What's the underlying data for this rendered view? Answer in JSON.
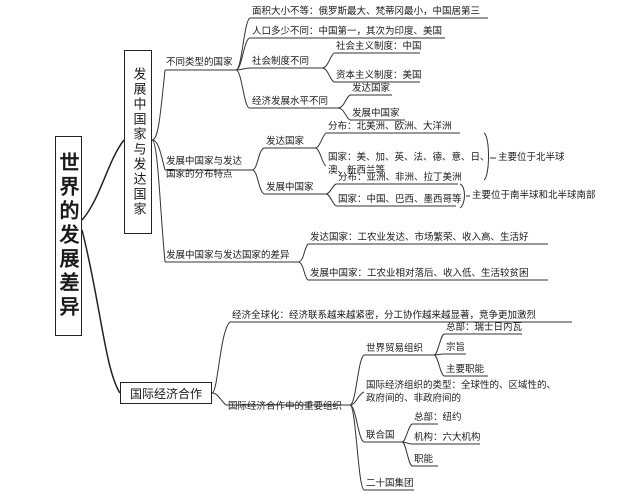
{
  "root": "世界的发展差异",
  "dev": {
    "title": "发展中国家与发达国家",
    "types": {
      "label": "不同类型的国家",
      "area": "面积大小不等：俄罗斯最大、梵蒂冈最小，中国居第三",
      "pop": "人口多少不同：中国第一，其次为印度、美国",
      "system": "社会制度不同",
      "socialist": "社会主义制度：中国",
      "capitalist": "资本主义制度：美国",
      "level": "经济发展水平不同",
      "developed": "发达国家",
      "developing": "发展中国家"
    },
    "dist": {
      "label_l1": "发展中国家与发达",
      "label_l2": "国家的分布特点",
      "developed": "发达国家",
      "d_dist": "分布：北美洲、欧洲、大洋洲",
      "d_c1": "国家：美、加、英、法、德、意、日、",
      "d_c2": "澳、新西兰等",
      "d_note": "主要位于北半球",
      "developing": "发展中国家",
      "g_dist": "分布：亚洲、非洲、拉丁美洲",
      "g_c": "国家：中国、巴西、墨西哥等",
      "g_note": "主要位于南半球和北半球南部"
    },
    "diff": {
      "label": "发展中国家与发达国家的差异",
      "developed": "发达国家：工农业发达、市场繁荣、收入高、生活好",
      "developing": "发展中国家：工农业相对落后、收入低、生活较贫困"
    }
  },
  "coop": {
    "title": "国际经济合作",
    "global": "经济全球化：经济联系越来越紧密，分工协作越来越显著，竞争更加激烈",
    "org": {
      "label": "国际经济合作中的重要组织",
      "wto": "世界贸易组织",
      "wto_hq": "总部：瑞士日内瓦",
      "wto_aim": "宗旨",
      "wto_fn": "主要职能",
      "types_l1": "国际经济组织的类型：全球性的、区域性的、",
      "types_l2": "政府间的、非政府间的",
      "un": "联合国",
      "un_hq": "总部：纽约",
      "un_org": "机构：六大机构",
      "un_fn": "职能",
      "g20": "二十国集团"
    }
  }
}
